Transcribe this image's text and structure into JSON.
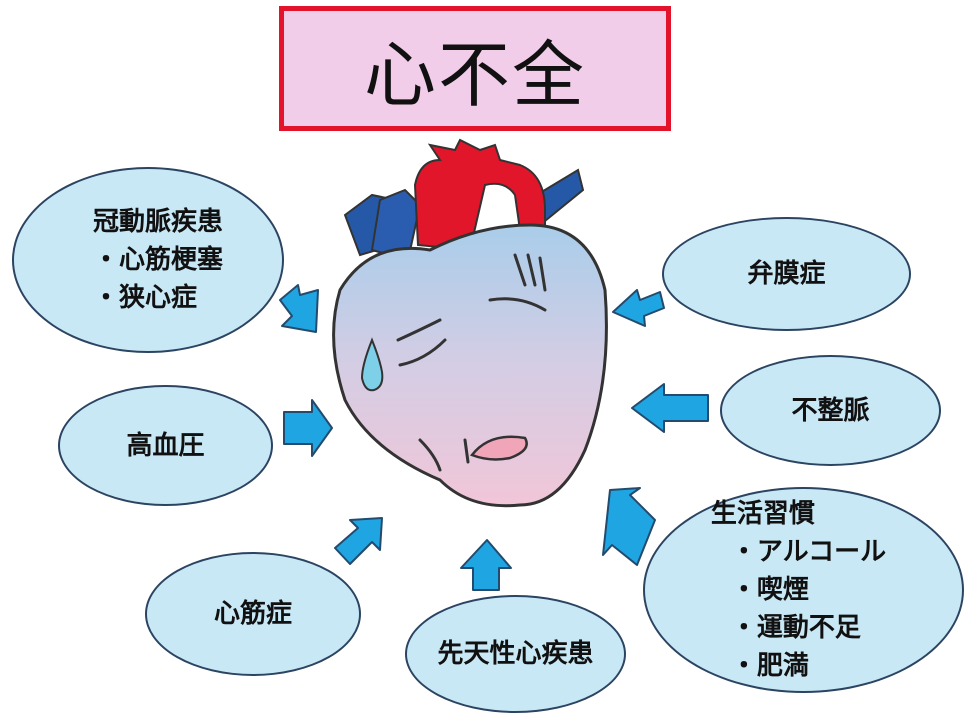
{
  "title": "心不全",
  "causes": {
    "coronary": {
      "heading": "冠動脈疾患",
      "items": [
        "・心筋梗塞",
        "・狭心症"
      ]
    },
    "hypertension": "高血圧",
    "cardiomyopathy": "心筋症",
    "congenital": "先天性心疾患",
    "valvular": "弁膜症",
    "arrhythmia": "不整脈",
    "lifestyle": {
      "heading": "生活習慣",
      "items": [
        "・アルコール",
        "・喫煙",
        "・運動不足",
        "・肥満"
      ]
    }
  },
  "colors": {
    "title_bg": "#f1cdea",
    "title_border": "#e3132c",
    "bubble": "#c9e8f6",
    "arrow": "#1fa6e2"
  }
}
